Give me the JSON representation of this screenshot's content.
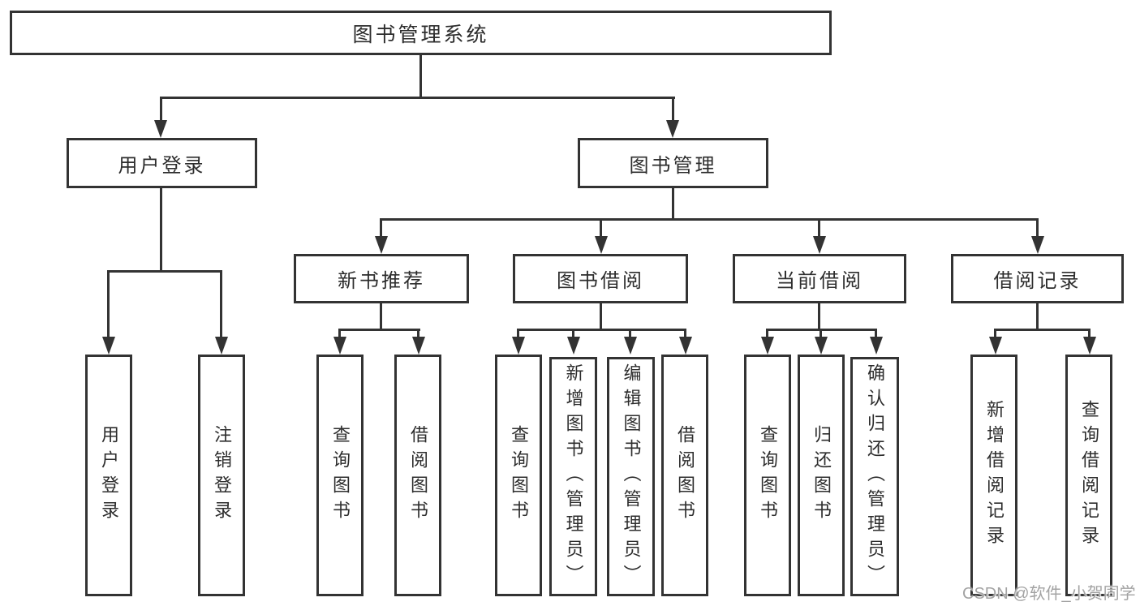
{
  "diagram": {
    "type": "hierarchy-tree",
    "line_color": "#333333",
    "box_background": "#ffffff",
    "text_color": "#2d2d2d",
    "watermark_color": "#a3a3a3"
  },
  "nodes": {
    "root": {
      "label": "图书管理系统"
    },
    "user_login": {
      "label": "用户登录"
    },
    "book_mgmt": {
      "label": "图书管理"
    },
    "new_book_rec": {
      "label": "新书推荐"
    },
    "book_borrow": {
      "label": "图书借阅"
    },
    "current_borrow": {
      "label": "当前借阅"
    },
    "borrow_records": {
      "label": "借阅记录"
    },
    "leaf_user_login": {
      "label": "用户登录"
    },
    "leaf_logout": {
      "label": "注销登录"
    },
    "leaf_query_books_rec": {
      "label": "查询图书"
    },
    "leaf_borrow_books_rec": {
      "label": "借阅图书"
    },
    "leaf_query_books_borrow": {
      "label": "查询图书"
    },
    "leaf_add_books_admin": {
      "label": "新增图书（管理员）"
    },
    "leaf_edit_books_admin": {
      "label": "编辑图书（管理员）"
    },
    "leaf_borrow_books_borrow": {
      "label": "借阅图书"
    },
    "leaf_query_books_current": {
      "label": "查询图书"
    },
    "leaf_return_books": {
      "label": "归还图书"
    },
    "leaf_confirm_return_admin": {
      "label": "确认归还（管理员）"
    },
    "leaf_add_borrow_record": {
      "label": "新增借阅记录"
    },
    "leaf_query_borrow_record": {
      "label": "查询借阅记录"
    }
  },
  "hierarchy": [
    {
      "parent": "图书管理系统",
      "children": [
        "用户登录",
        "图书管理"
      ]
    },
    {
      "parent": "用户登录",
      "children": [
        "用户登录",
        "注销登录"
      ]
    },
    {
      "parent": "图书管理",
      "children": [
        "新书推荐",
        "图书借阅",
        "当前借阅",
        "借阅记录"
      ]
    },
    {
      "parent": "新书推荐",
      "children": [
        "查询图书",
        "借阅图书"
      ]
    },
    {
      "parent": "图书借阅",
      "children": [
        "查询图书",
        "新增图书（管理员）",
        "编辑图书（管理员）",
        "借阅图书"
      ]
    },
    {
      "parent": "当前借阅",
      "children": [
        "查询图书",
        "归还图书",
        "确认归还（管理员）"
      ]
    },
    {
      "parent": "借阅记录",
      "children": [
        "新增借阅记录",
        "查询借阅记录"
      ]
    }
  ],
  "watermark": "CSDN @软件_小贺同学"
}
